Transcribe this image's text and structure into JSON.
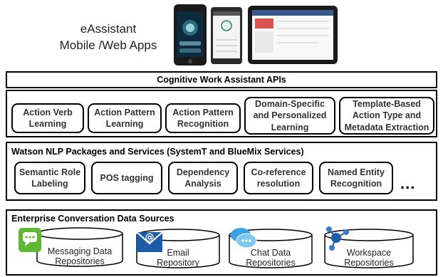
{
  "apps": {
    "label_line1": "eAssistant",
    "label_line2": "Mobile /Web Apps",
    "devices": [
      "smartphone-screenshot",
      "android-phone-screenshot",
      "tablet-screenshot"
    ]
  },
  "api_layer": {
    "title": "Cognitive Work Assistant APIs"
  },
  "assistant_layer": {
    "modules": [
      "Action Verb\nLearning",
      "Action Pattern\nLearning",
      "Action Pattern\nRecognition",
      "Domain-Specific\nand Personalized\nLearning",
      "Template-Based\nAction Type and\nMetadata Extraction"
    ]
  },
  "nlp_layer": {
    "title": "Watson NLP Packages and Services (SystemT and BlueMix Services)",
    "services": [
      "Semantic Role\nLabeling",
      "POS tagging",
      "Dependency\nAnalysis",
      "Co-reference\nresolution",
      "Named Entity\nRecognition"
    ],
    "more": "..."
  },
  "data_layer": {
    "title": "Enterprise Conversation Data Sources",
    "sources": [
      {
        "label": "Messaging Data\nRepositories",
        "icon": "messaging-icon"
      },
      {
        "label": "Email\nRepository",
        "icon": "email-icon"
      },
      {
        "label": "Chat Data\nRepositories",
        "icon": "chat-icon"
      },
      {
        "label": "Workspace\nRepositories",
        "icon": "workspace-icon"
      }
    ]
  },
  "colors": {
    "border": "#000000",
    "icon_green": "#5db833",
    "icon_blue": "#1f5ca8",
    "chat_blue": "#3aa0e0"
  }
}
